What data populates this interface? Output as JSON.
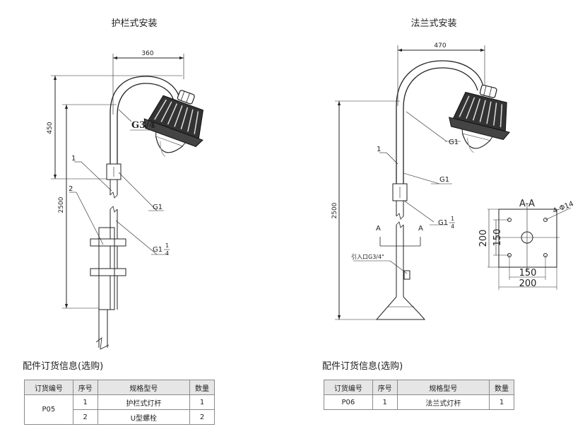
{
  "left": {
    "title": "护栏式安装",
    "dim_width": "360",
    "dim_upper": "450",
    "dim_total": "2500",
    "thread_label": "G3/4",
    "callout_1": "1",
    "callout_2": "2",
    "label_g1": "G1",
    "label_g1q": "G1",
    "frac_num": "1",
    "frac_den": "4"
  },
  "right": {
    "title": "法兰式安装",
    "dim_width": "470",
    "dim_total": "2500",
    "label_g1_top": "G1",
    "callout_1": "1",
    "label_g1_mid": "G1",
    "label_g1q": "G1",
    "frac_num": "1",
    "frac_den": "4",
    "section_a_left": "A",
    "section_a_right": "A",
    "inlet_label": "引入口G3/4\""
  },
  "section": {
    "title": "A-A",
    "hole_label": "4-Φ14",
    "dim_150_vert": "150",
    "dim_200_vert": "200",
    "dim_150_horz": "150",
    "dim_200_horz": "200"
  },
  "orders": [
    {
      "title": "配件订货信息(选购)",
      "headers": [
        "订货编号",
        "序号",
        "规格型号",
        "数量"
      ],
      "code": "P05",
      "rows": [
        {
          "seq": "1",
          "spec": "护栏式灯杆",
          "qty": "1"
        },
        {
          "seq": "2",
          "spec": "U型螺栓",
          "qty": "2"
        }
      ]
    },
    {
      "title": "配件订货信息(选购)",
      "headers": [
        "订货编号",
        "序号",
        "规格型号",
        "数量"
      ],
      "code": "P06",
      "rows": [
        {
          "seq": "1",
          "spec": "法兰式灯杆",
          "qty": "1"
        }
      ]
    }
  ]
}
